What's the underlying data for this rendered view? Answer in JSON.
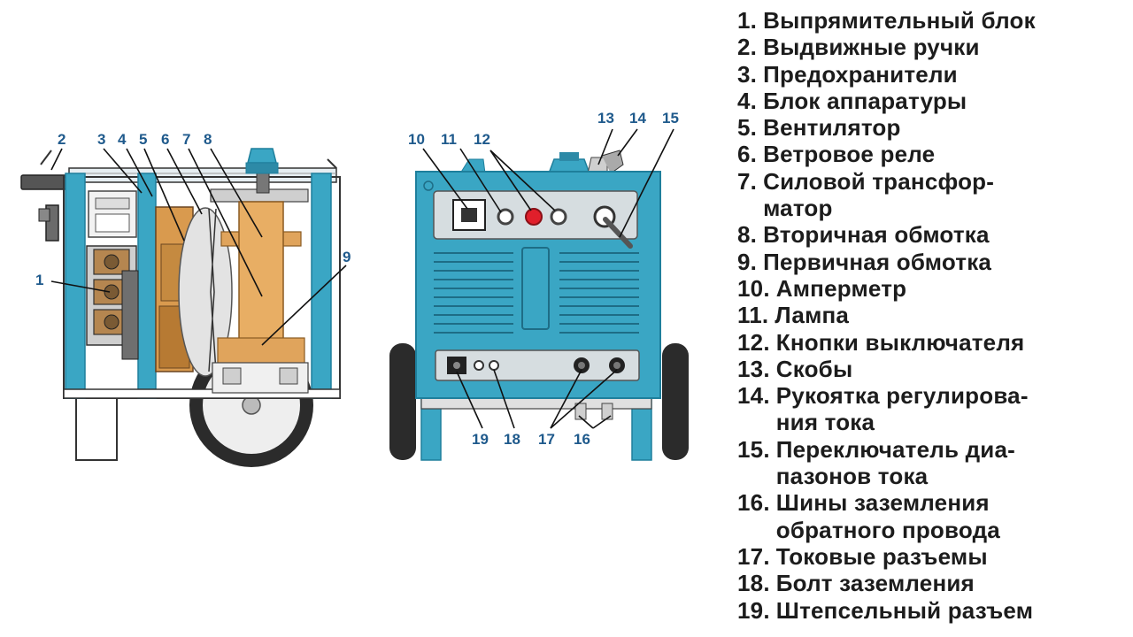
{
  "colors": {
    "frame_blue": "#3aa6c4",
    "frame_blue_dark": "#1e7f9c",
    "transformer_orange": "#e0a45c",
    "panel_gray": "#d6dde0",
    "wheel_black": "#2b2b2b",
    "button_red": "#e01f2b",
    "callout_blue": "#1f5a8c"
  },
  "callouts": {
    "n1": "1",
    "n2": "2",
    "n3": "3",
    "n4": "4",
    "n5": "5",
    "n6": "6",
    "n7": "7",
    "n8": "8",
    "n9": "9",
    "n10": "10",
    "n11": "11",
    "n12": "12",
    "n13": "13",
    "n14": "14",
    "n15": "15",
    "n16": "16",
    "n17": "17",
    "n18": "18",
    "n19": "19"
  },
  "legend": [
    {
      "num": "1.",
      "text": "Выпрямительный блок"
    },
    {
      "num": "2.",
      "text": "Выдвижные ручки"
    },
    {
      "num": "3.",
      "text": "Предохранители"
    },
    {
      "num": "4.",
      "text": "Блок аппаратуры"
    },
    {
      "num": "5.",
      "text": "Вентилятор"
    },
    {
      "num": "6.",
      "text": "Ветровое реле"
    },
    {
      "num": "7.",
      "text": "Силовой трансфор-\nматор"
    },
    {
      "num": "8.",
      "text": "Вторичная обмотка"
    },
    {
      "num": "9.",
      "text": "Первичная обмотка"
    },
    {
      "num": "10.",
      "text": "Амперметр"
    },
    {
      "num": "11.",
      "text": "Лампа"
    },
    {
      "num": "12.",
      "text": "Кнопки выключателя"
    },
    {
      "num": "13.",
      "text": "Скобы"
    },
    {
      "num": "14.",
      "text": "Рукоятка регулирова-\nния тока"
    },
    {
      "num": "15.",
      "text": "Переключатель диа-\nпазонов тока"
    },
    {
      "num": "16.",
      "text": "Шины заземления\nобратного провода"
    },
    {
      "num": "17.",
      "text": "Токовые разъемы"
    },
    {
      "num": "18.",
      "text": "Болт заземления"
    },
    {
      "num": "19.",
      "text": "Штепсельный разъем"
    }
  ]
}
